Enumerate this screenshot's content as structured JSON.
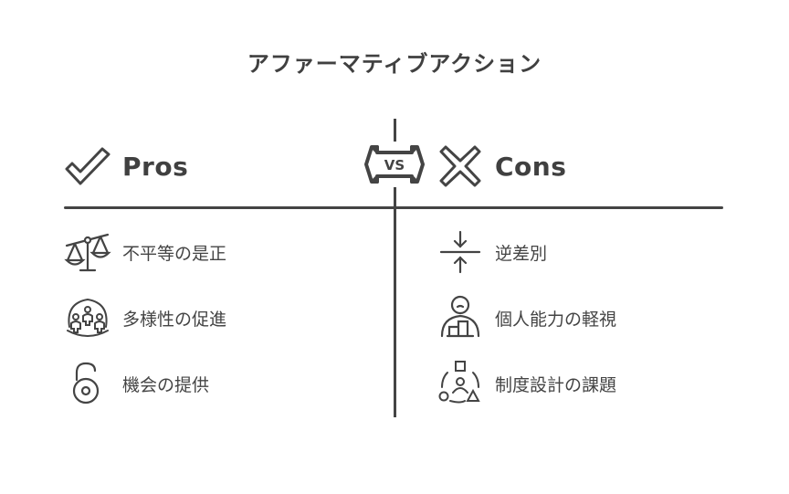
{
  "title": "アファーマティブアクション",
  "separator_icon": {
    "label": "VS",
    "icon": "vs-hexagon-icon"
  },
  "pros": {
    "header": "Pros",
    "icon": "checkmark-icon",
    "items": [
      {
        "label": "不平等の是正",
        "icon": "balance-scale-icon"
      },
      {
        "label": "多様性の促進",
        "icon": "diverse-people-icon"
      },
      {
        "label": "機会の提供",
        "icon": "open-lock-icon"
      }
    ]
  },
  "cons": {
    "header": "Cons",
    "icon": "x-cross-icon",
    "items": [
      {
        "label": "逆差別",
        "icon": "arrows-converge-icon"
      },
      {
        "label": "個人能力の軽視",
        "icon": "person-blocks-icon"
      },
      {
        "label": "制度設計の課題",
        "icon": "system-design-icon"
      }
    ]
  },
  "colors": {
    "ink": "#444444",
    "background": "#ffffff"
  }
}
